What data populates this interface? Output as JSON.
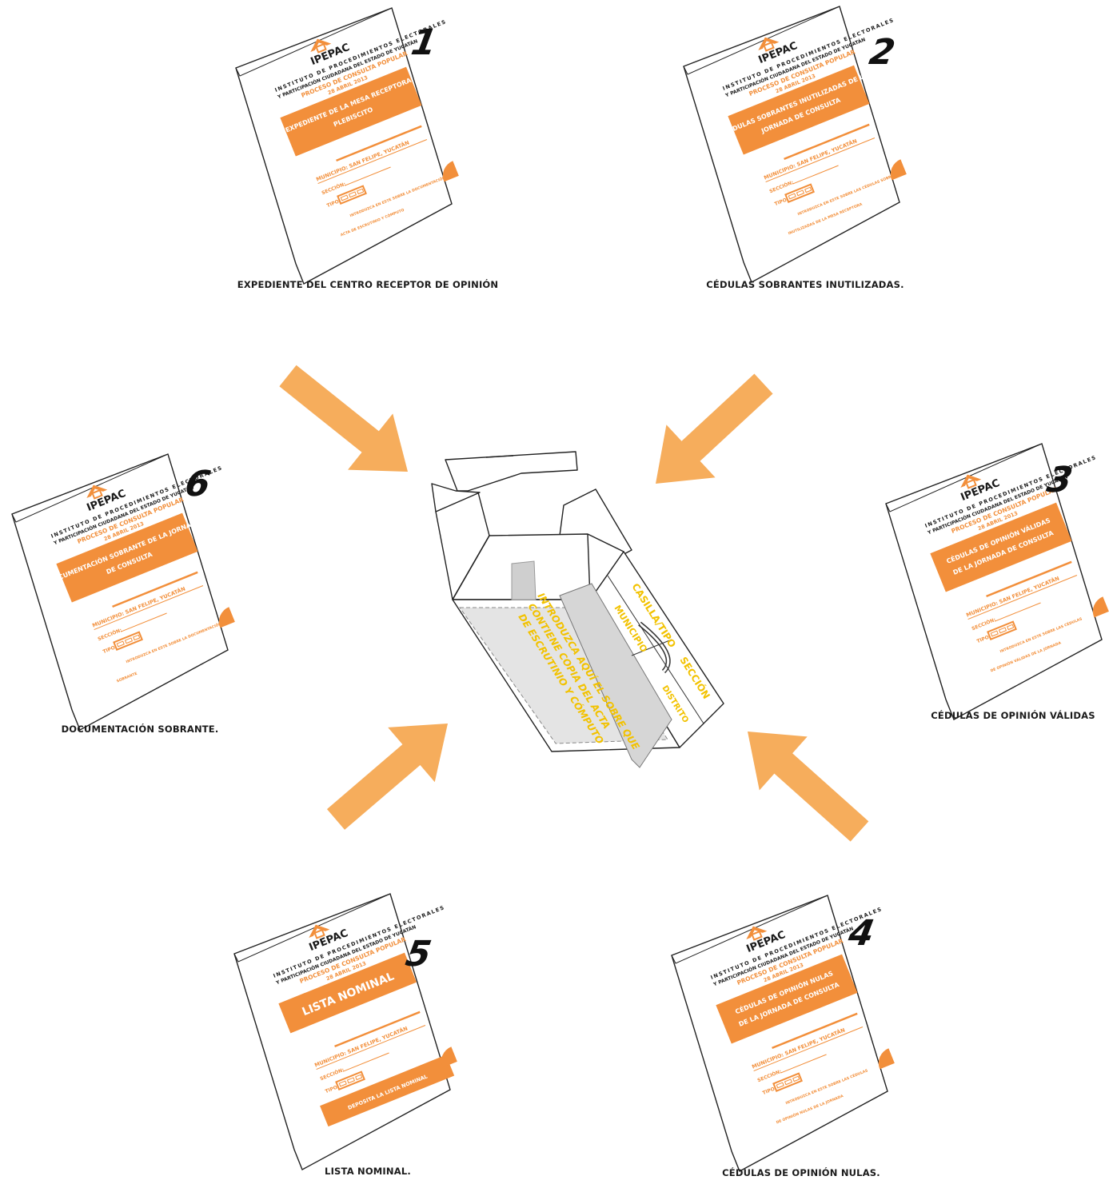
{
  "colors": {
    "orange": "#f28f3b",
    "arrow": "#f6ad5c",
    "ink": "#1a1a1a",
    "box_label": "#f2c200"
  },
  "common": {
    "logo": "IPEPAC",
    "institute_line1": "INSTITUTO DE PROCEDIMIENTOS ELECTORALES",
    "institute_line2": "Y PARTICIPACIÓN CIUDADANA DEL ESTADO DE YUCATÁN",
    "process": "PROCESO DE CONSULTA POPULAR",
    "date": "28 ABRIL 2013",
    "municipio": "MUNICIPIO: SAN FELIPE, YUCATÁN",
    "seccion": "SECCIÓN:",
    "tipo": "TIPO:"
  },
  "envelopes": [
    {
      "number": "1",
      "caption": "EXPEDIENTE DEL CENTRO RECEPTOR DE OPINIÓN",
      "banner_line1": "EXPEDIENTE DE LA MESA RECEPTORA",
      "banner_line2": "PLEBISCITO",
      "note_line1": "INTRODUZCA EN ESTE SOBRE LA DOCUMENTACIÓN:",
      "note_line2": "ACTA DE ESCRUTINIO Y CÓMPUTO",
      "footer": ""
    },
    {
      "number": "2",
      "caption": "CÉDULAS SOBRANTES INUTILIZADAS.",
      "banner_line1": "CÉDULAS SOBRANTES INUTILIZADAS DE LA",
      "banner_line2": "JORNADA DE CONSULTA",
      "note_line1": "INTRODUZCA EN ESTE SOBRE LAS CÉDULAS SOBRANTES",
      "note_line2": "INUTILIZADAS DE LA MESA RECEPTORA",
      "footer": ""
    },
    {
      "number": "3",
      "caption": "CÉDULAS DE OPINIÓN VÁLIDAS",
      "banner_line1": "CÉDULAS DE OPINIÓN VÁLIDAS",
      "banner_line2": "DE LA JORNADA DE CONSULTA",
      "note_line1": "INTRODUZCA EN ESTE SOBRE LAS CÉDULAS",
      "note_line2": "DE OPINIÓN VÁLIDAS DE LA JORNADA",
      "footer": ""
    },
    {
      "number": "4",
      "caption": "CÉDULAS DE OPINIÓN NULAS.",
      "banner_line1": "CÉDULAS DE OPINIÓN NULAS",
      "banner_line2": "DE LA JORNADA DE CONSULTA",
      "note_line1": "INTRODUZCA EN ESTE SOBRE LAS CÉDULAS",
      "note_line2": "DE OPINIÓN NULAS DE LA JORNADA",
      "footer": ""
    },
    {
      "number": "5",
      "caption": "LISTA NOMINAL.",
      "banner_line1": "LISTA NOMINAL",
      "banner_line2": "",
      "note_line1": "",
      "note_line2": "",
      "footer": "DEPOSITA LA LISTA NOMINAL"
    },
    {
      "number": "6",
      "caption": "DOCUMENTACIÓN SOBRANTE.",
      "banner_line1": "DOCUMENTACIÓN SOBRANTE DE LA JORNADA",
      "banner_line2": "DE CONSULTA",
      "note_line1": "INTRODUZCA EN ESTE SOBRE LA DOCUMENTACIÓN",
      "note_line2": "SOBRANTE",
      "footer": ""
    }
  ],
  "box": {
    "instruction_line1": "INTRODUZCA AQUÍ EL SOBRE QUE",
    "instruction_line2": "CONTIENE COPIA DEL ACTA",
    "instruction_line3": "DE ESCRUTINIO Y CÓMPUTO",
    "label_casilla": "CASILLA/TIPO",
    "label_municipio": "MUNICIPIO",
    "label_seccion": "SECCIÓN",
    "label_distrito": "DISTRITO"
  }
}
